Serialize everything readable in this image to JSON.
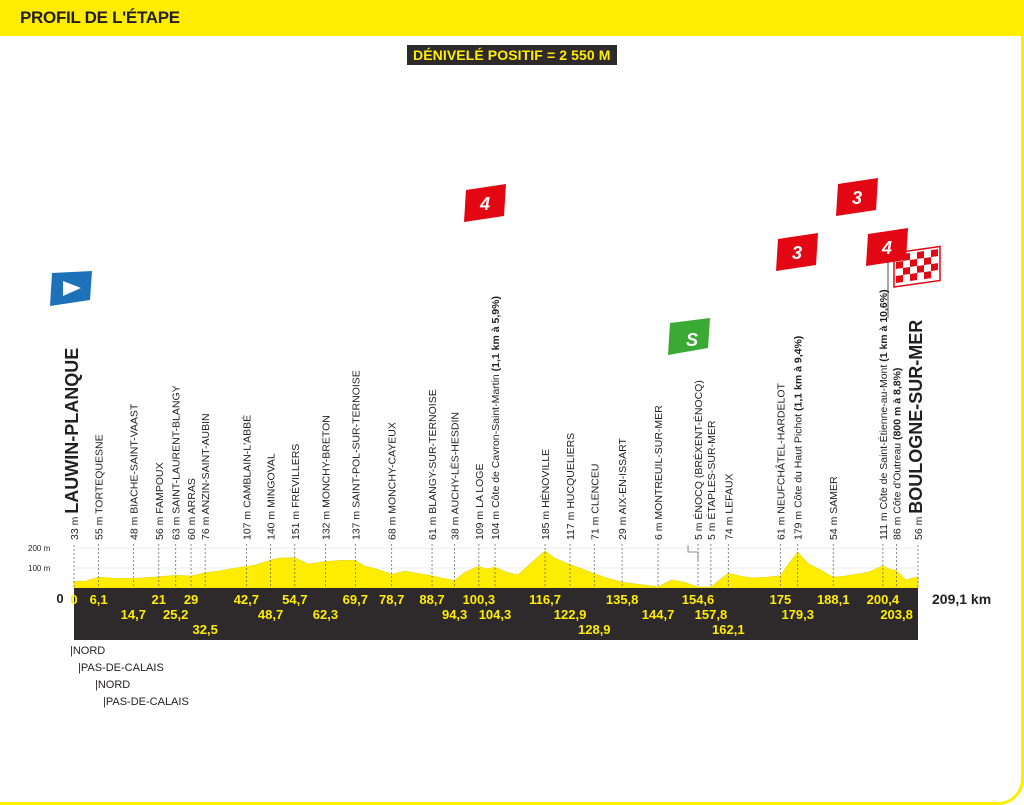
{
  "header": {
    "title": "PROFIL DE L'ÉTAPE"
  },
  "elevation_gain": "DÉNIVELÉ POSITIF = 2 550 M",
  "regions": [
    "|NORD",
    "|PAS-DE-CALAIS",
    "|NORD",
    "|PAS-DE-CALAIS"
  ],
  "colors": {
    "accent": "#ffed00",
    "dark": "#2e2a2b",
    "climb": "#e30613",
    "sprint": "#3aaa35",
    "start": "#1d71b8"
  },
  "icons": [
    "start-flag-icon",
    "finish-checkered-flag-icon",
    "sprint-flag-icon",
    "climb-cat-4-icon",
    "climb-cat-3-icon"
  ],
  "chart_data": {
    "type": "area",
    "title": "",
    "x_unit": "km",
    "y_unit": "m",
    "xlim": [
      0,
      209.1
    ],
    "y_ticks": [
      "100 m",
      "200 m"
    ],
    "x_start_label": "0",
    "x_end_label": "209,1 km",
    "start_town": "LAUWIN-PLANQUE",
    "finish_town": "BOULOGNE-SUR-MER",
    "start_altitude": "33 m",
    "finish_altitude": "56 m",
    "profile": [
      [
        0,
        33
      ],
      [
        3,
        35
      ],
      [
        6.1,
        55
      ],
      [
        10,
        48
      ],
      [
        14.7,
        48
      ],
      [
        18,
        52
      ],
      [
        21,
        56
      ],
      [
        23,
        60
      ],
      [
        25.2,
        63
      ],
      [
        27,
        62
      ],
      [
        29,
        60
      ],
      [
        32.5,
        76
      ],
      [
        36,
        85
      ],
      [
        40,
        100
      ],
      [
        42.7,
        107
      ],
      [
        45,
        115
      ],
      [
        48.7,
        140
      ],
      [
        51,
        150
      ],
      [
        54.7,
        151
      ],
      [
        58,
        120
      ],
      [
        62.3,
        132
      ],
      [
        66,
        138
      ],
      [
        69.7,
        137
      ],
      [
        72,
        110
      ],
      [
        75,
        95
      ],
      [
        78.7,
        68
      ],
      [
        82,
        85
      ],
      [
        86,
        70
      ],
      [
        88.7,
        61
      ],
      [
        91,
        50
      ],
      [
        94.3,
        38
      ],
      [
        97,
        80
      ],
      [
        100.3,
        109
      ],
      [
        102,
        95
      ],
      [
        104.3,
        104
      ],
      [
        107,
        80
      ],
      [
        110,
        65
      ],
      [
        113,
        120
      ],
      [
        116.7,
        185
      ],
      [
        119,
        150
      ],
      [
        122.9,
        117
      ],
      [
        126,
        95
      ],
      [
        128.9,
        71
      ],
      [
        132,
        50
      ],
      [
        135.8,
        29
      ],
      [
        140,
        18
      ],
      [
        144.7,
        6
      ],
      [
        148,
        40
      ],
      [
        151,
        30
      ],
      [
        154.6,
        5
      ],
      [
        157.8,
        5
      ],
      [
        160,
        40
      ],
      [
        162.1,
        74
      ],
      [
        165,
        60
      ],
      [
        168,
        50
      ],
      [
        172,
        55
      ],
      [
        175,
        61
      ],
      [
        177,
        120
      ],
      [
        179.3,
        179
      ],
      [
        182,
        120
      ],
      [
        185,
        90
      ],
      [
        188.1,
        54
      ],
      [
        191,
        60
      ],
      [
        194,
        70
      ],
      [
        197,
        80
      ],
      [
        200.4,
        111
      ],
      [
        202,
        95
      ],
      [
        203.8,
        86
      ],
      [
        206,
        40
      ],
      [
        209.1,
        56
      ]
    ],
    "points": [
      {
        "km": 0,
        "km_label": "0",
        "label": "33 m LAUWIN-PLANQUE",
        "row": 0
      },
      {
        "km": 6.1,
        "km_label": "6,1",
        "label": "55 m TORTEQUESNE",
        "row": 0
      },
      {
        "km": 14.7,
        "km_label": "14,7",
        "label": "48 m BIACHE-SAINT-VAAST",
        "row": 1
      },
      {
        "km": 21,
        "km_label": "21",
        "label": "56 m FAMPOUX",
        "row": 0
      },
      {
        "km": 25.2,
        "km_label": "25,2",
        "label": "63 m SAINT-LAURENT-BLANGY",
        "row": 1
      },
      {
        "km": 29,
        "km_label": "29",
        "label": "60 m ARRAS",
        "row": 0
      },
      {
        "km": 32.5,
        "km_label": "32,5",
        "label": "76 m ANZIN-SAINT-AUBIN",
        "row": 2
      },
      {
        "km": 42.7,
        "km_label": "42,7",
        "label": "107 m CAMBLAIN-L'ABBÉ",
        "row": 0
      },
      {
        "km": 48.7,
        "km_label": "48,7",
        "label": "140 m MINGOVAL",
        "row": 1
      },
      {
        "km": 54.7,
        "km_label": "54,7",
        "label": "151 m FRÉVILLERS",
        "row": 0
      },
      {
        "km": 62.3,
        "km_label": "62,3",
        "label": "132 m MONCHY-BRETON",
        "row": 1
      },
      {
        "km": 69.7,
        "km_label": "69,7",
        "label": "137 m SAINT-POL-SUR-TERNOISE",
        "row": 0
      },
      {
        "km": 78.7,
        "km_label": "78,7",
        "label": "68 m MONCHY-CAYEUX",
        "row": 0
      },
      {
        "km": 88.7,
        "km_label": "88,7",
        "label": "61 m BLANGY-SUR-TERNOISE",
        "row": 0
      },
      {
        "km": 94.3,
        "km_label": "94,3",
        "label": "38 m AUCHY-LÈS-HESDIN",
        "row": 1
      },
      {
        "km": 100.3,
        "km_label": "100,3",
        "label": "109 m LA LOGE",
        "row": 0
      },
      {
        "km": 104.3,
        "km_label": "104,3",
        "label": "104 m Côte de Cavron-Saint-Martin",
        "bold": "(1,1 km à 5,9%)",
        "row": 1
      },
      {
        "km": 116.7,
        "km_label": "116,7",
        "label": "185 m HÉNOVILLE",
        "row": 0
      },
      {
        "km": 122.9,
        "km_label": "122,9",
        "label": "117 m HUCQUELIERS",
        "row": 1
      },
      {
        "km": 128.9,
        "km_label": "128,9",
        "label": "71 m CLENCEU",
        "row": 2
      },
      {
        "km": 135.8,
        "km_label": "135,8",
        "label": "29 m AIX-EN-ISSART",
        "row": 0
      },
      {
        "km": 144.7,
        "km_label": "144,7",
        "label": "6 m MONTREUIL-SUR-MER",
        "row": 1
      },
      {
        "km": 154.6,
        "km_label": "154,6",
        "label": "5 m ÉNOCQ (BRÉXENT-ÉNOCQ)",
        "row": 0
      },
      {
        "km": 157.8,
        "km_label": "157,8",
        "label": "5 m ÉTAPLES-SUR-MER",
        "row": 1
      },
      {
        "km": 162.1,
        "km_label": "162,1",
        "label": "74 m LEFAUX",
        "row": 2
      },
      {
        "km": 175,
        "km_label": "175",
        "label": "61 m NEUFCHÂTEL-HARDELOT",
        "row": 0
      },
      {
        "km": 179.3,
        "km_label": "179,3",
        "label": "179 m Côte du Haut Pichot",
        "bold": "(1,1 km à 9,4%)",
        "row": 1
      },
      {
        "km": 188.1,
        "km_label": "188,1",
        "label": "54 m SAMER",
        "row": 0
      },
      {
        "km": 200.4,
        "km_label": "200,4",
        "label": "111 m Côte de Saint-Étienne-au-Mont",
        "bold": "(1 km à 10,6%)",
        "row": 0
      },
      {
        "km": 203.8,
        "km_label": "203,8",
        "label": "86 m Côte d'Outreau",
        "bold": "(800 m à 8,8%)",
        "row": 1
      },
      {
        "km": 209.1,
        "km_label": "",
        "label": "56 m BOULOGNE-SUR-MER",
        "row": 0
      }
    ],
    "climb_flags": [
      {
        "km": 104.3,
        "category": "4"
      },
      {
        "km": 179.3,
        "category": "3"
      },
      {
        "km": 200.4,
        "category": "3"
      },
      {
        "km": 203.8,
        "category": "4"
      }
    ],
    "sprint_flag": {
      "km": 154.6,
      "label": "S"
    }
  }
}
